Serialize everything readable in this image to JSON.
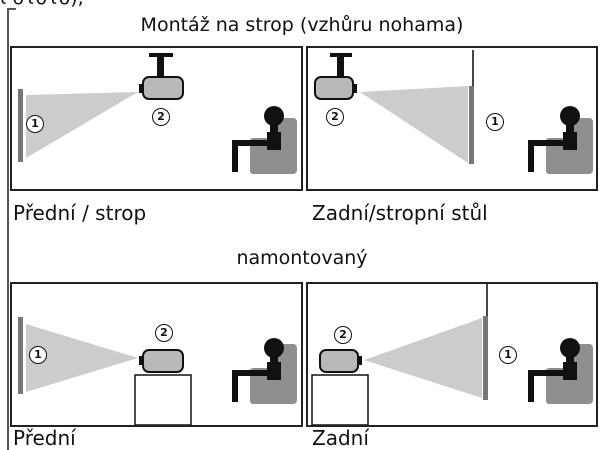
{
  "header_fragment": "ι οτοτο);",
  "top_title": "Montáž na strop (vzhůru nohama)",
  "middle_title": "namontovaný",
  "labels": {
    "top_left": "Přední / strop",
    "top_right": "Zadní/stropní stůl",
    "bottom_left": "Přední",
    "bottom_right": "Zadní"
  },
  "markers": {
    "screen": "1",
    "projector": "2"
  },
  "colors": {
    "frame": "#222222",
    "beam": "#cccccc",
    "device": "#b9b9b9",
    "person": "#111111",
    "chair": "#8f8f8f",
    "screen": "#777777"
  }
}
